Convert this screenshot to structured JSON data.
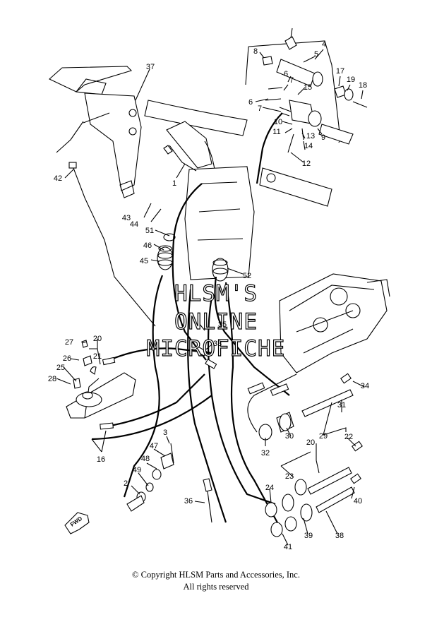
{
  "watermark": {
    "line1": "HLSM'S",
    "line2": "ONLINE",
    "line3": "MICROFICHE"
  },
  "fwd_label": "FWD",
  "callouts": [
    "1",
    "2",
    "3",
    "4",
    "5",
    "6",
    "6",
    "7",
    "7",
    "8",
    "9",
    "10",
    "11",
    "12",
    "13",
    "14",
    "15",
    "16",
    "17",
    "18",
    "19",
    "20",
    "20",
    "21",
    "22",
    "23",
    "24",
    "25",
    "26",
    "27",
    "28",
    "29",
    "30",
    "31",
    "32",
    "33",
    "34",
    "35",
    "36",
    "37",
    "38",
    "39",
    "40",
    "41",
    "42",
    "43",
    "44",
    "45",
    "46",
    "47",
    "48",
    "49",
    "51",
    "52"
  ],
  "footer": {
    "copyright": "© Copyright HLSM Parts and Accessories, Inc.",
    "rights": "All rights reserved"
  }
}
